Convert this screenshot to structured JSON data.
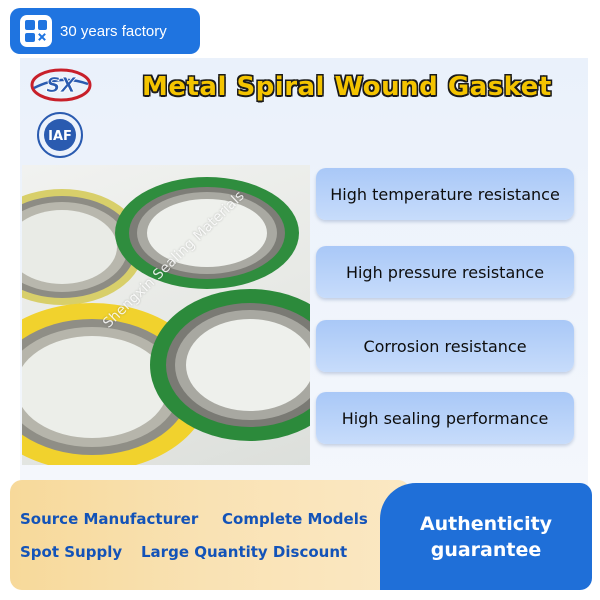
{
  "badge": {
    "label": "30 years factory",
    "icon": "apps-grid-icon"
  },
  "logos": {
    "sx_text": "SX",
    "iaf_text": "IAF"
  },
  "title": "Metal Spiral Wound Gasket",
  "photo": {
    "watermark": "Shengxin Sealing Materials"
  },
  "features": [
    "High temperature resistance",
    "High pressure resistance",
    "Corrosion resistance",
    "High sealing performance"
  ],
  "banner": {
    "items": [
      "Source Manufacturer",
      "Complete Models",
      "Spot Supply",
      "Large Quantity Discount"
    ],
    "highlight_line1": "Authenticity",
    "highlight_line2": "guarantee"
  },
  "colors": {
    "brand_blue": "#1f74e0",
    "title_yellow": "#f4c400",
    "pill_blue": "#b8d3f9",
    "banner_gold": "#f7d99a",
    "ring_green": "#2e8b3a",
    "ring_yellow": "#f2d22c"
  }
}
